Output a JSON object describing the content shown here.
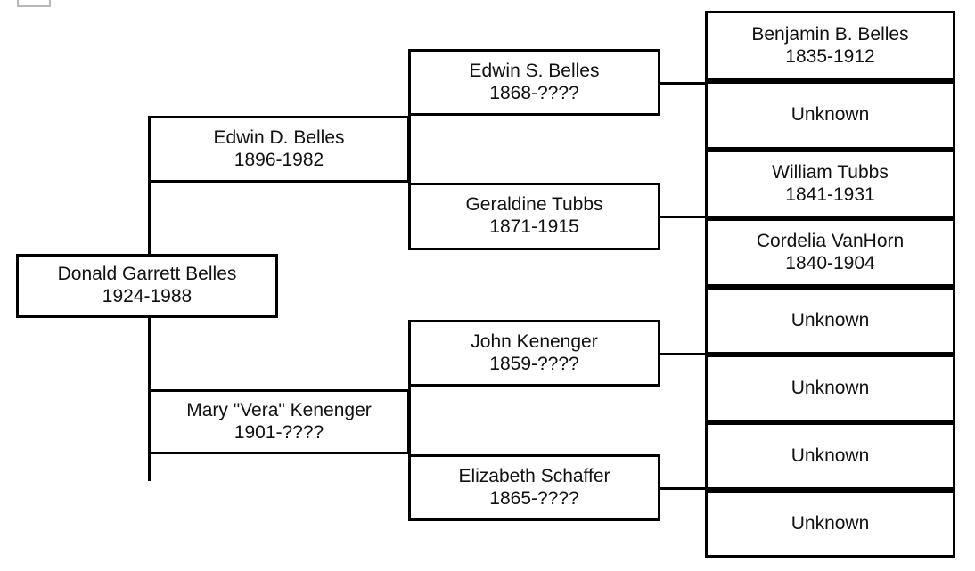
{
  "chart": {
    "type": "pedigree-chart",
    "title": "",
    "generations": 4,
    "colors": {
      "line": "#000000",
      "text": "#111111",
      "background": "#ffffff",
      "artifact": "#b9b9b9"
    }
  },
  "people": {
    "root": {
      "name": "Donald Garrett Belles",
      "dates": "1924-1988"
    },
    "parents": [
      {
        "name": "Edwin D. Belles",
        "dates": "1896-1982"
      },
      {
        "name": "Mary \"Vera\" Kenenger",
        "dates": "1901-????"
      }
    ],
    "grandparents": [
      {
        "name": "Edwin S. Belles",
        "dates": "1868-????"
      },
      {
        "name": "Geraldine Tubbs",
        "dates": "1871-1915"
      },
      {
        "name": "John Kenenger",
        "dates": "1859-????"
      },
      {
        "name": "Elizabeth Schaffer",
        "dates": "1865-????"
      }
    ],
    "great_grandparents": [
      {
        "name": "Benjamin B. Belles",
        "dates": "1835-1912"
      },
      {
        "name": "Unknown",
        "dates": ""
      },
      {
        "name": "William Tubbs",
        "dates": "1841-1931"
      },
      {
        "name": "Cordelia VanHorn",
        "dates": "1840-1904"
      },
      {
        "name": "Unknown",
        "dates": ""
      },
      {
        "name": "Unknown",
        "dates": ""
      },
      {
        "name": "Unknown",
        "dates": ""
      },
      {
        "name": "Unknown",
        "dates": ""
      }
    ]
  }
}
